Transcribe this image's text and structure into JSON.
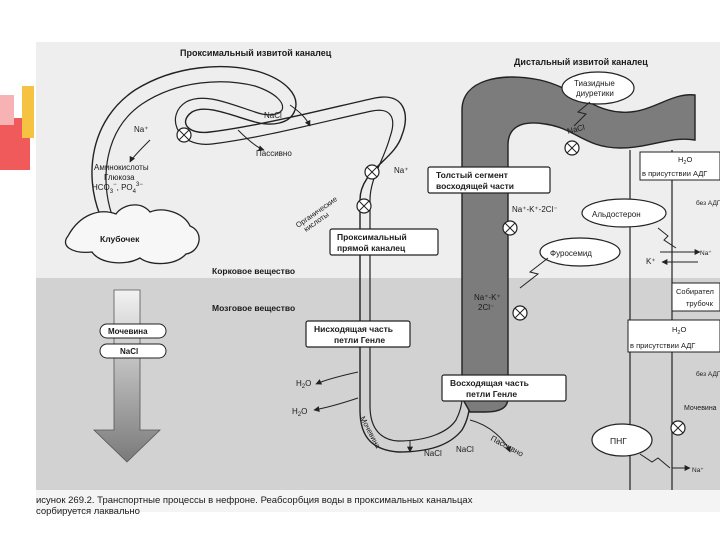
{
  "titles": {
    "proximal": "Проксимальный извитой каналец",
    "distal": "Дистальный извитой каналец"
  },
  "zones": {
    "cortex": "Корковое вещество",
    "medulla": "Мозговое вещество"
  },
  "glomerulus": {
    "label": "Клубочек",
    "solutes": [
      "Аминокислоты",
      "Глюкоза"
    ],
    "ions_main": "HCO",
    "ions_sub": "3",
    "ions_sup": "−",
    "ions_mid": ", PO",
    "ions2_sub": "4",
    "ions2_sup": "3−",
    "na": "Na⁺"
  },
  "proximal": {
    "nacl": "NaCl",
    "passive": "Пассивно",
    "na": "Na⁺",
    "organic": "Органические",
    "acids": "кислоты",
    "straight_line1": "Проксимальный",
    "straight_line2": "прямой каналец"
  },
  "descending": {
    "line1": "Нисходящая часть",
    "line2": "петли Генле",
    "water1": "H",
    "water_sub": "2",
    "water2": "O",
    "urea": "Мочевина",
    "nacl": "NaCl"
  },
  "ascending": {
    "thick_line1": "Толстый сегмент",
    "thick_line2": "восходящей части",
    "transporter": "Na⁺-K⁺-2Cl⁻",
    "na_k": "Na⁺-K⁺",
    "two_cl": "2Cl⁻",
    "thin_line1": "Восходящая часть",
    "thin_line2": "петли Генле",
    "nacl": "NaCl",
    "passive": "Пассивно"
  },
  "drugs": {
    "thiazide_line1": "Тиазидные",
    "thiazide_line2": "диуретики",
    "furosemide": "Фуросемид",
    "aldosterone": "Альдостерон",
    "png": "ПНГ",
    "distal_nacl": "NaCl"
  },
  "collecting": {
    "adh1": "в присутствии АДГ",
    "adh2": "в присутствии АДГ",
    "no_adh": "без АДГ",
    "no_adh2": "без АДГ",
    "na": "Na⁺",
    "k": "K⁺",
    "tube_line1": "Собирател",
    "tube_line2": "трубочк",
    "urea": "Мочевина",
    "na_bottom": "Na⁺"
  },
  "gradient": {
    "urea": "Мочевина",
    "nacl": "NaCl"
  },
  "caption": {
    "line1": "исунок 269.2. Транспортные процессы в нефроне. Реабсорбция воды в проксимальных канальцах",
    "line2": "сорбируется лаквально"
  },
  "colors": {
    "medulla": "#d2d2d2",
    "thick_segment": "#7c7c7c",
    "accent_red": "#f05a5a",
    "accent_pink": "#f7b3b3",
    "accent_yellow": "#f5c242"
  }
}
